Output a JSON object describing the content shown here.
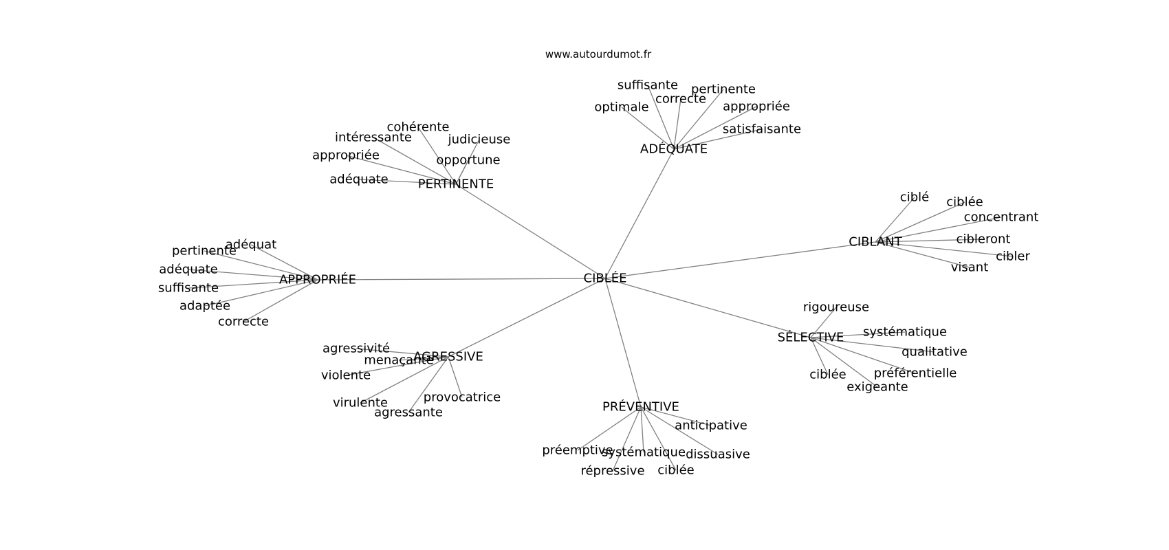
{
  "site_label": "www.autourdumot.fr",
  "center": "CIBLÉE",
  "groups": [
    {
      "id": "adequate",
      "label": "ADÉQUATE",
      "leaves": [
        "suffisante",
        "correcte",
        "pertinente",
        "optimale",
        "appropriée",
        "satisfaisante"
      ]
    },
    {
      "id": "pertinente",
      "label": "PERTINENTE",
      "leaves": [
        "cohérente",
        "intéressante",
        "judicieuse",
        "appropriée",
        "opportune",
        "adéquate"
      ]
    },
    {
      "id": "ciblant",
      "label": "CIBLANT",
      "leaves": [
        "ciblé",
        "ciblée",
        "concentrant",
        "cibleront",
        "cibler",
        "visant"
      ]
    },
    {
      "id": "appropriee",
      "label": "APPROPRIÉE",
      "leaves": [
        "adéquat",
        "pertinente",
        "adéquate",
        "suffisante",
        "adaptée",
        "correcte"
      ]
    },
    {
      "id": "selective",
      "label": "SÉLECTIVE",
      "leaves": [
        "rigoureuse",
        "systématique",
        "qualitative",
        "préférentielle",
        "ciblée",
        "exigeante"
      ]
    },
    {
      "id": "agressive",
      "label": "AGRESSIVE",
      "leaves": [
        "agressivité",
        "menaçante",
        "violente",
        "provocatrice",
        "virulente",
        "agressante"
      ]
    },
    {
      "id": "preventive",
      "label": "PRÉVENTIVE",
      "leaves": [
        "anticipative",
        "préemptive",
        "systématique",
        "dissuasive",
        "répressive",
        "ciblée"
      ]
    }
  ]
}
